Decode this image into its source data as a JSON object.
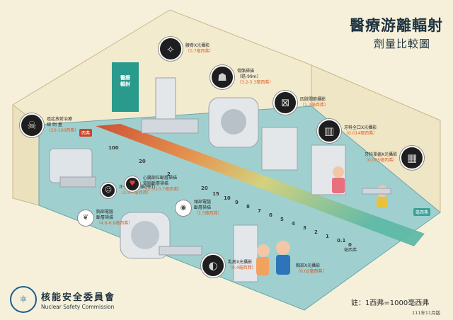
{
  "title": "醫療游離輻射",
  "subtitle": "劑量比較圖",
  "poster": {
    "line1": "醫療",
    "line2": "輻射"
  },
  "callouts": [
    {
      "name": "radiotherapy",
      "label": "癌症放射治療",
      "label2": "總 劑 量",
      "dose": "（20-100西弗）",
      "icon": "skull-icon",
      "glyph": "☠"
    },
    {
      "name": "lumbar-xray",
      "label": "腰脊X光攝影",
      "label2": "",
      "dose": "（0.7毫西弗）",
      "icon": "spine-image-icon",
      "glyph": "⟡"
    },
    {
      "name": "bone-scan",
      "label": "骨骼掃描",
      "label2": "（鎝-99m）",
      "dose": "（3.2-5.3毫西弗）",
      "icon": "skeleton-icon",
      "glyph": "☗"
    },
    {
      "name": "joint-xray",
      "label": "四肢關節攝影",
      "label2": "",
      "dose": "（1-2毫西弗）",
      "icon": "joint-image-icon",
      "glyph": "⊠"
    },
    {
      "name": "dental-pano",
      "label": "牙科全口X光攝影",
      "label2": "",
      "dose": "（0.014毫西弗）",
      "icon": "dental-pano-icon",
      "glyph": "▥"
    },
    {
      "name": "dental-single",
      "label": "牙科單齒X光攝影",
      "label2": "",
      "dose": "（0.005毫西弗）",
      "icon": "tooth-image-icon",
      "glyph": "▦"
    },
    {
      "name": "mammography",
      "label": "乳房X光攝影",
      "label2": "",
      "dose": "（0.4毫西弗）",
      "icon": "mammogram-icon",
      "glyph": "◐"
    }
  ],
  "ct_doses": {
    "pet": {
      "label": "正子斷層掃描(PET)",
      "dose": "（3.5-7毫西弗）",
      "icon": "pet-body-icon",
      "glyph": "☺"
    },
    "cardiac": {
      "label": "心臟部位斷層掃描",
      "label2": "電腦斷層掃描",
      "dose": "（1.5-10.7毫西弗）",
      "icon": "heart-icon",
      "glyph": "♥"
    },
    "chest": {
      "label": "胸部電腦",
      "label2": "斷層掃描",
      "dose": "（4.6-6.9毫西弗）",
      "icon": "lungs-icon",
      "glyph": "❦"
    },
    "head": {
      "label": "頭部電腦",
      "label2": "斷層掃描",
      "dose": "（1.5毫西弗）",
      "icon": "head-scan-icon",
      "glyph": "◉"
    },
    "chest_xray": {
      "label": "胸部X光攝影",
      "dose": "（0.02毫西弗）"
    }
  },
  "scale_start": "西弗",
  "scale_end": "毫西弗",
  "scale_ticks": [
    "100",
    "20",
    "2",
    "20",
    "15",
    "10",
    "9",
    "8",
    "7",
    "6",
    "5",
    "4",
    "3",
    "2",
    "1",
    "0.1",
    "0"
  ],
  "organization": {
    "cn": "核能安全委員會",
    "en": "Nuclear Safety Commission"
  },
  "note": "註：1西弗=1000毫西弗",
  "version": "111年11月版",
  "colors": {
    "wall": "#f6f0da",
    "floor": "#9fd0cf",
    "wall_side": "#ece4c4",
    "accent": "#e0602a",
    "dark": "#1f3440",
    "teal": "#2a9a8d"
  }
}
